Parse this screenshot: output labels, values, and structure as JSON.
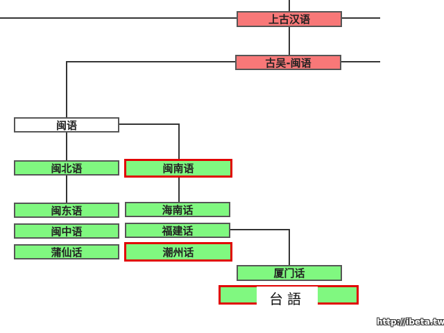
{
  "nodes": {
    "old_chinese": "上古汉语",
    "wu_min": "古吴-闽语",
    "min": "闽语",
    "min_bei": "闽北语",
    "min_nan": "闽南语",
    "min_dong": "闽东语",
    "min_zhong": "闽中语",
    "puxian": "蒲仙话",
    "hainan": "海南话",
    "fujian": "福建话",
    "chaozhou": "潮州话",
    "xiamen": "厦门话",
    "taiyu": "台語"
  },
  "watermark": "http://ibeta.tw",
  "colors": {
    "ancestor": "#f87878",
    "leaf": "#80f880",
    "highlight": "#e00000"
  }
}
